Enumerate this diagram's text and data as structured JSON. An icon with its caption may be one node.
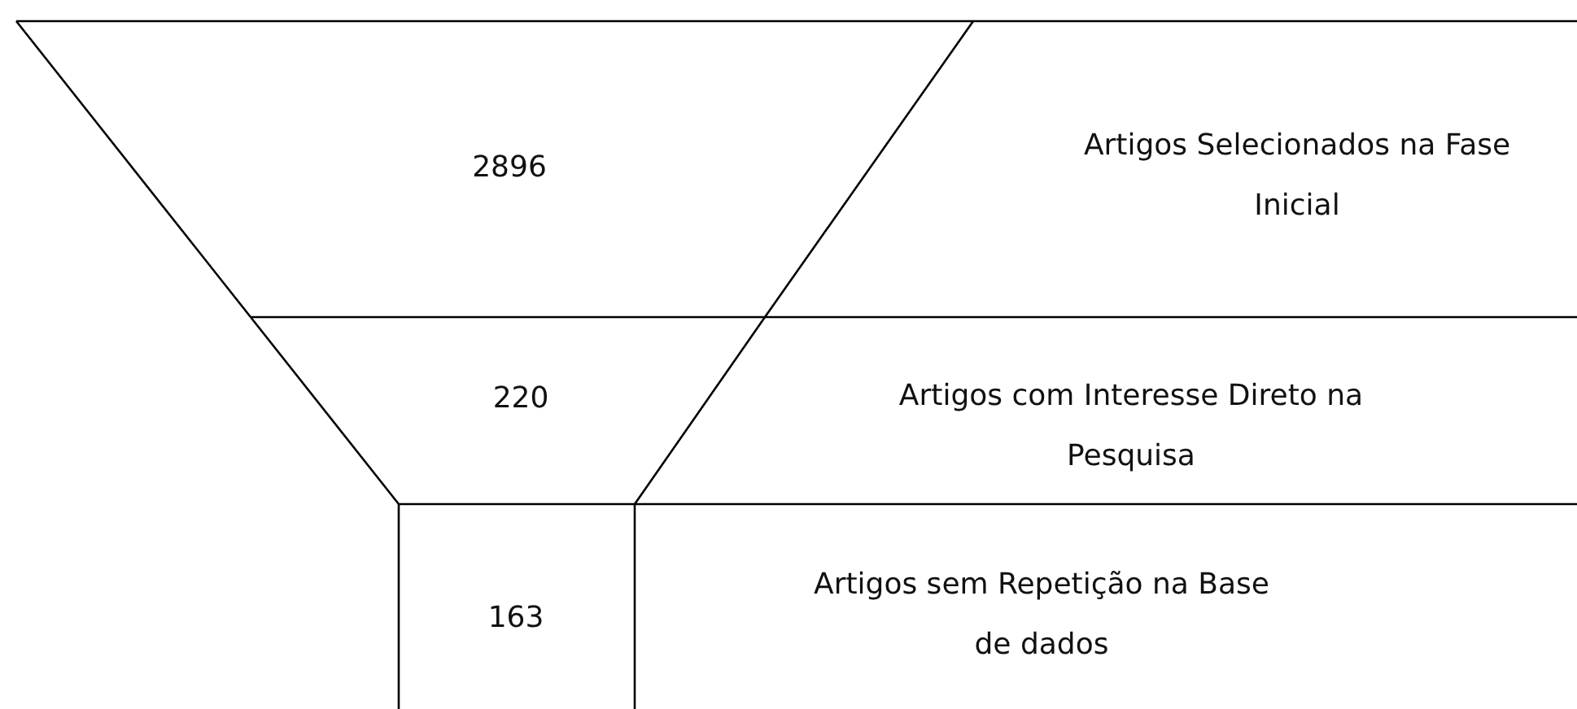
{
  "diagram": {
    "nodes": [
      {
        "text": [
          "2896",
          "Artigos Selecionados na Fase Inicial"
        ]
      },
      {
        "text": [
          "220",
          "Artigos com Interesse Direto na Pesquisa"
        ]
      },
      {
        "text": [
          "163",
          "Artigos sem Repetição na Base de dados"
        ]
      }
    ]
  }
}
